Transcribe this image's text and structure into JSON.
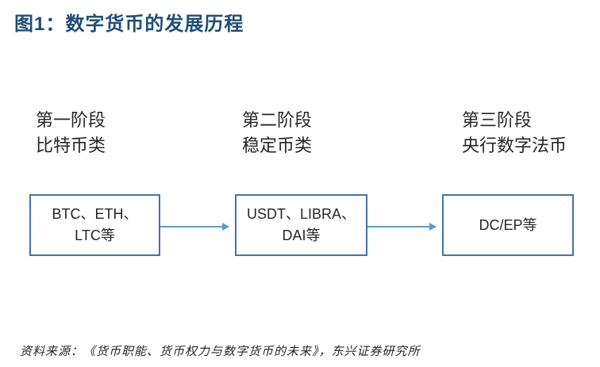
{
  "title": "图1：数字货币的发展历程",
  "stages": [
    {
      "label_line1": "第一阶段",
      "label_line2": "比特币类",
      "box_lines": [
        "BTC、ETH、",
        "LTC等"
      ]
    },
    {
      "label_line1": "第二阶段",
      "label_line2": "稳定币类",
      "box_lines": [
        "USDT、LIBRA、",
        "DAI等"
      ]
    },
    {
      "label_line1": "第三阶段",
      "label_line2": "央行数字法币",
      "box_lines": [
        "DC/EP等"
      ]
    }
  ],
  "source_note": "资料来源：《货币职能、货币权力与数字货币的未来》，东兴证券研究所",
  "colors": {
    "title": "#1F4E79",
    "box_border": "#4472A8",
    "arrow": "#5B9BD5",
    "text": "#262626"
  }
}
